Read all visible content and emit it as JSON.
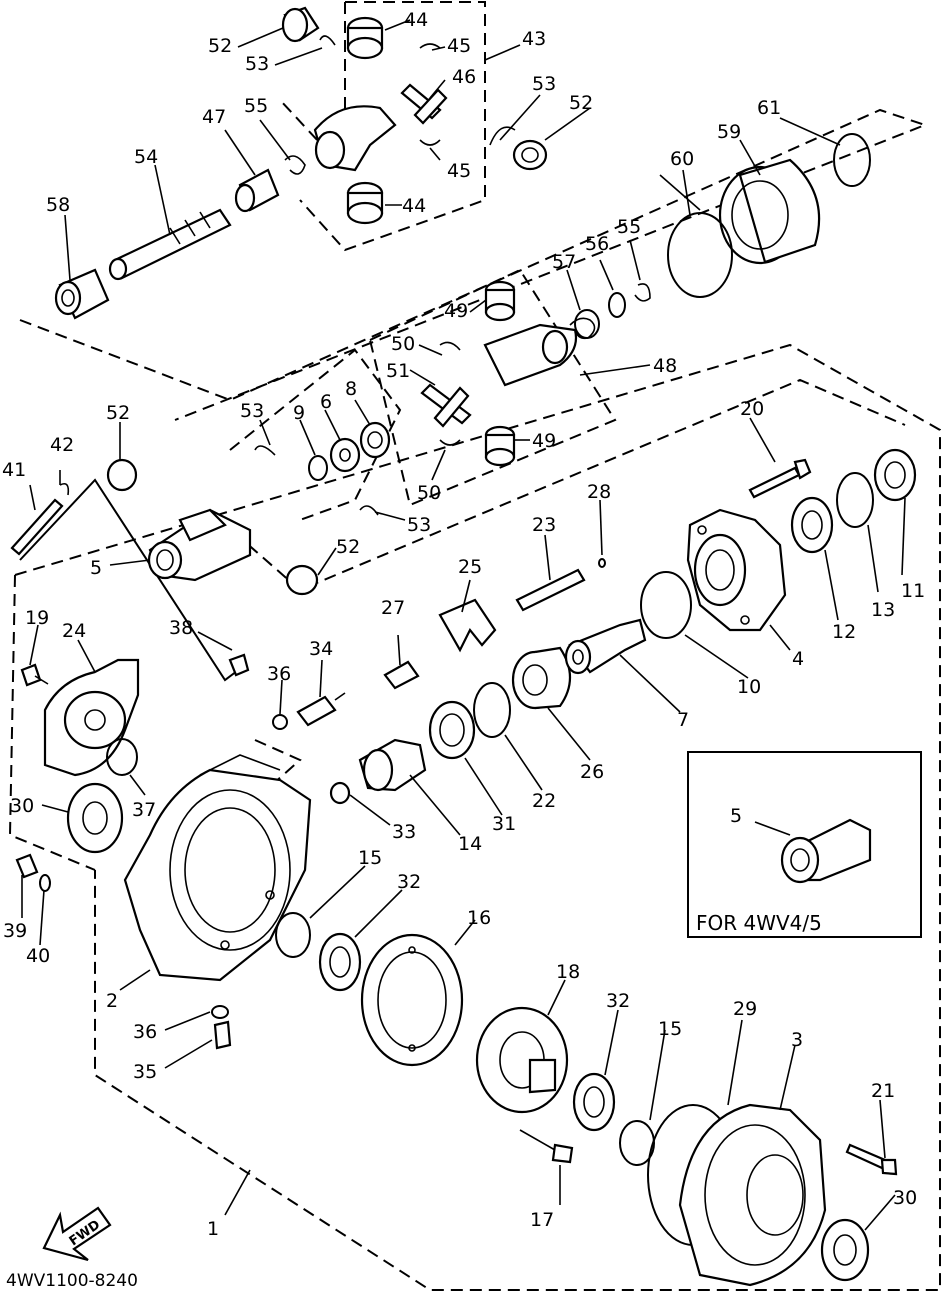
{
  "diagram_code": "4WV1100-8240",
  "inset": {
    "caption": "FOR 4WV4/5",
    "callout": "5"
  },
  "fwd_label": "FWD",
  "callouts": [
    {
      "id": "c44a",
      "text": "44"
    },
    {
      "id": "c44b",
      "text": "44"
    },
    {
      "id": "c45a",
      "text": "45"
    },
    {
      "id": "c45b",
      "text": "45"
    },
    {
      "id": "c46",
      "text": "46"
    },
    {
      "id": "c43",
      "text": "43"
    },
    {
      "id": "c52a",
      "text": "52"
    },
    {
      "id": "c53a",
      "text": "53"
    },
    {
      "id": "c53b",
      "text": "53"
    },
    {
      "id": "c52b",
      "text": "52"
    },
    {
      "id": "c47",
      "text": "47"
    },
    {
      "id": "c55a",
      "text": "55"
    },
    {
      "id": "c54",
      "text": "54"
    },
    {
      "id": "c58",
      "text": "58"
    },
    {
      "id": "c61",
      "text": "61"
    },
    {
      "id": "c59",
      "text": "59"
    },
    {
      "id": "c60",
      "text": "60"
    },
    {
      "id": "c57",
      "text": "57"
    },
    {
      "id": "c56",
      "text": "56"
    },
    {
      "id": "c55b",
      "text": "55"
    },
    {
      "id": "c49a",
      "text": "49"
    },
    {
      "id": "c50a",
      "text": "50"
    },
    {
      "id": "c51",
      "text": "51"
    },
    {
      "id": "c48",
      "text": "48"
    },
    {
      "id": "c49b",
      "text": "49"
    },
    {
      "id": "c50b",
      "text": "50"
    },
    {
      "id": "c53c",
      "text": "53"
    },
    {
      "id": "c9",
      "text": "9"
    },
    {
      "id": "c6",
      "text": "6"
    },
    {
      "id": "c8",
      "text": "8"
    },
    {
      "id": "c52c",
      "text": "52"
    },
    {
      "id": "c42",
      "text": "42"
    },
    {
      "id": "c41",
      "text": "41"
    },
    {
      "id": "c5",
      "text": "5"
    },
    {
      "id": "c53d",
      "text": "53"
    },
    {
      "id": "c52d",
      "text": "52"
    },
    {
      "id": "c20",
      "text": "20"
    },
    {
      "id": "c28",
      "text": "28"
    },
    {
      "id": "c23",
      "text": "23"
    },
    {
      "id": "c25",
      "text": "25"
    },
    {
      "id": "c19",
      "text": "19"
    },
    {
      "id": "c24",
      "text": "24"
    },
    {
      "id": "c38",
      "text": "38"
    },
    {
      "id": "c27",
      "text": "27"
    },
    {
      "id": "c34",
      "text": "34"
    },
    {
      "id": "c36a",
      "text": "36"
    },
    {
      "id": "c4",
      "text": "4"
    },
    {
      "id": "c12",
      "text": "12"
    },
    {
      "id": "c13",
      "text": "13"
    },
    {
      "id": "c11",
      "text": "11"
    },
    {
      "id": "c10",
      "text": "10"
    },
    {
      "id": "c7",
      "text": "7"
    },
    {
      "id": "c26",
      "text": "26"
    },
    {
      "id": "c22",
      "text": "22"
    },
    {
      "id": "c31",
      "text": "31"
    },
    {
      "id": "c14",
      "text": "14"
    },
    {
      "id": "c33",
      "text": "33"
    },
    {
      "id": "c30a",
      "text": "30"
    },
    {
      "id": "c37",
      "text": "37"
    },
    {
      "id": "c39",
      "text": "39"
    },
    {
      "id": "c40",
      "text": "40"
    },
    {
      "id": "c2",
      "text": "2"
    },
    {
      "id": "c36b",
      "text": "36"
    },
    {
      "id": "c35",
      "text": "35"
    },
    {
      "id": "c15a",
      "text": "15"
    },
    {
      "id": "c32a",
      "text": "32"
    },
    {
      "id": "c16",
      "text": "16"
    },
    {
      "id": "c18",
      "text": "18"
    },
    {
      "id": "c32b",
      "text": "32"
    },
    {
      "id": "c15b",
      "text": "15"
    },
    {
      "id": "c29",
      "text": "29"
    },
    {
      "id": "c3",
      "text": "3"
    },
    {
      "id": "c21",
      "text": "21"
    },
    {
      "id": "c30b",
      "text": "30"
    },
    {
      "id": "c17",
      "text": "17"
    },
    {
      "id": "c1",
      "text": "1"
    }
  ]
}
